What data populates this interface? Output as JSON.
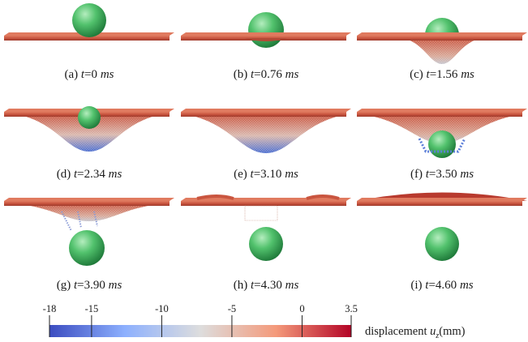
{
  "panels": [
    {
      "id": "a",
      "prefix": "(a) ",
      "var": "t",
      "value": "=0 ",
      "unit": "ms",
      "stage": "contact"
    },
    {
      "id": "b",
      "prefix": "(b) ",
      "var": "t",
      "value": "=0.76 ",
      "unit": "ms",
      "stage": "early"
    },
    {
      "id": "c",
      "prefix": "(c) ",
      "var": "t",
      "value": "=1.56 ",
      "unit": "ms",
      "stage": "bulge"
    },
    {
      "id": "d",
      "prefix": "(d) ",
      "var": "t",
      "value": "=2.34 ",
      "unit": "ms",
      "stage": "deep"
    },
    {
      "id": "e",
      "prefix": "(e) ",
      "var": "t",
      "value": "=3.10 ",
      "unit": "ms",
      "stage": "max"
    },
    {
      "id": "f",
      "prefix": "(f) ",
      "var": "t",
      "value": "=3.50 ",
      "unit": "ms",
      "stage": "pierce"
    },
    {
      "id": "g",
      "prefix": "(g) ",
      "var": "t",
      "value": "=3.90 ",
      "unit": "ms",
      "stage": "through"
    },
    {
      "id": "h",
      "prefix": "(h) ",
      "var": "t",
      "value": "=4.30 ",
      "unit": "ms",
      "stage": "rebound"
    },
    {
      "id": "i",
      "prefix": "(i) ",
      "var": "t",
      "value": "=4.60 ",
      "unit": "ms",
      "stage": "rest"
    }
  ],
  "colorbar": {
    "ticks": [
      "-18",
      "-15",
      "-10",
      "-5",
      "0",
      "3.5"
    ],
    "tick_values": [
      -18,
      -15,
      -10,
      -5,
      0,
      3.5
    ],
    "min": -18,
    "max": 3.5,
    "label_prefix": "displacement ",
    "label_var": "u",
    "label_sub": "z",
    "label_unit": "(mm)",
    "colormap": [
      "#3b4cc0",
      "#8db0fe",
      "#dddddd",
      "#f49a7b",
      "#b40426"
    ]
  },
  "colors": {
    "plate": "#c9553f",
    "plate_edge": "#e07a5f",
    "sphere": "#4fbf6a",
    "sphere_highlight": "#a9e6b3"
  }
}
